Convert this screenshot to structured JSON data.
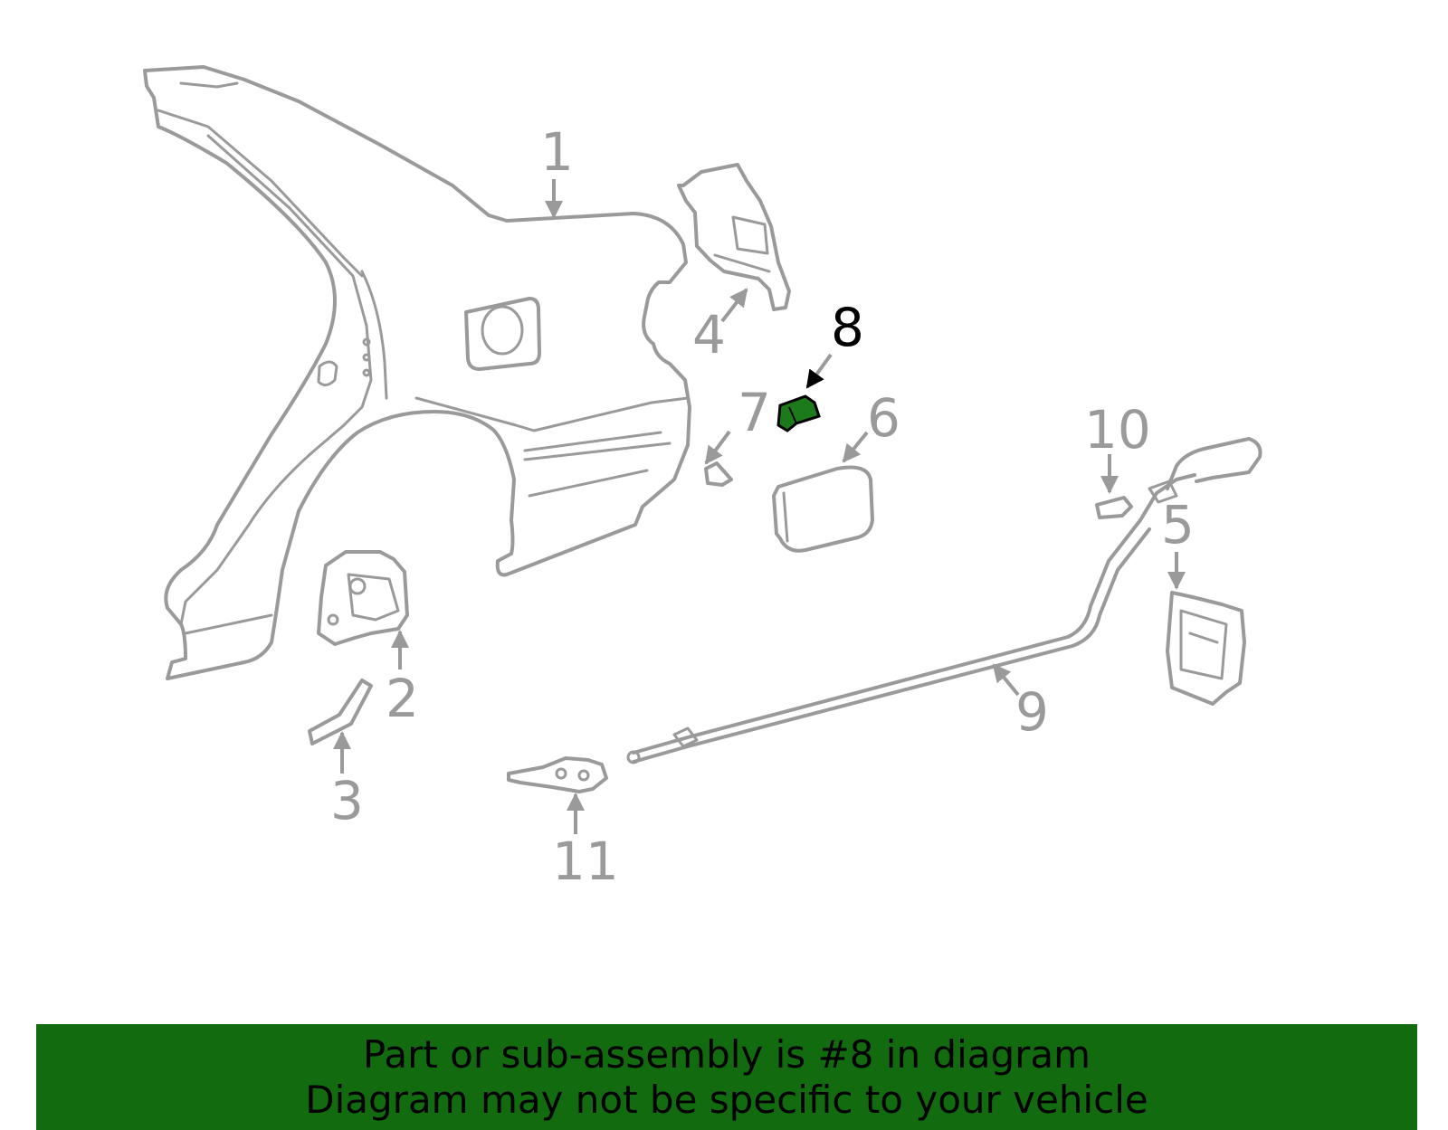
{
  "diagram": {
    "callouts": [
      {
        "id": "1",
        "label": "1"
      },
      {
        "id": "2",
        "label": "2"
      },
      {
        "id": "3",
        "label": "3"
      },
      {
        "id": "4",
        "label": "4"
      },
      {
        "id": "5",
        "label": "5"
      },
      {
        "id": "6",
        "label": "6"
      },
      {
        "id": "7",
        "label": "7"
      },
      {
        "id": "8",
        "label": "8",
        "highlighted": true
      },
      {
        "id": "9",
        "label": "9"
      },
      {
        "id": "10",
        "label": "10"
      },
      {
        "id": "11",
        "label": "11"
      }
    ],
    "colors": {
      "line_art": "#9a9a9a",
      "highlight_part": "#1d7a1a",
      "highlight_outline": "#000000",
      "highlight_label": "#000000",
      "banner_background": "#126b0f",
      "banner_text": "#000000"
    }
  },
  "banner": {
    "line1": "Part or sub-assembly is #8 in diagram",
    "line2": "Diagram may not be specific to your vehicle"
  }
}
